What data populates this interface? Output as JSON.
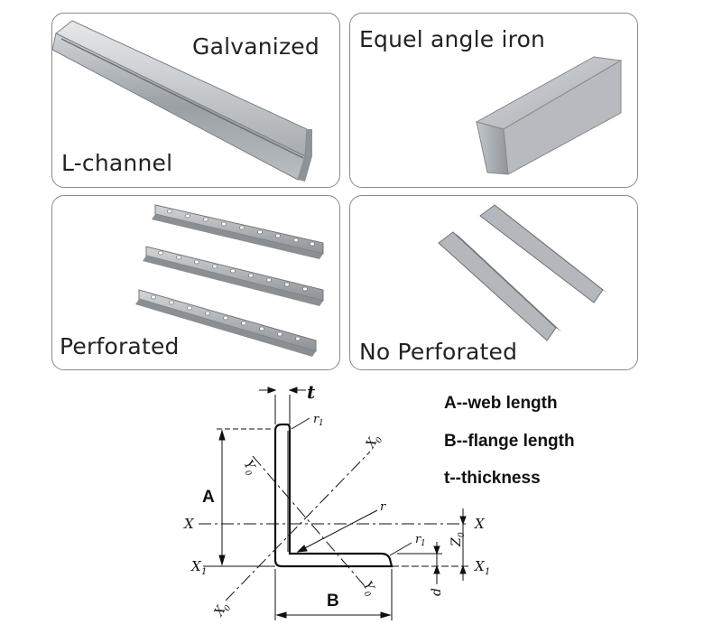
{
  "panels": [
    {
      "label": "Galvanized"
    },
    {
      "label": "L-channel"
    },
    {
      "label": "Equel angle iron"
    },
    {
      "label": "Perforated"
    },
    {
      "label": "No Perforated"
    }
  ],
  "legend": [
    {
      "text": "A--web length"
    },
    {
      "text": "B--flange length"
    },
    {
      "text": "t--thickness"
    }
  ],
  "diagram": {
    "t": "t",
    "A": "A",
    "B": "B",
    "X": "X",
    "X1": "X",
    "sub1": "1",
    "X0": "X",
    "Y0": "Y",
    "sub0": "0",
    "r": "r",
    "r1": "r",
    "Z0": "Z",
    "d": "d"
  }
}
